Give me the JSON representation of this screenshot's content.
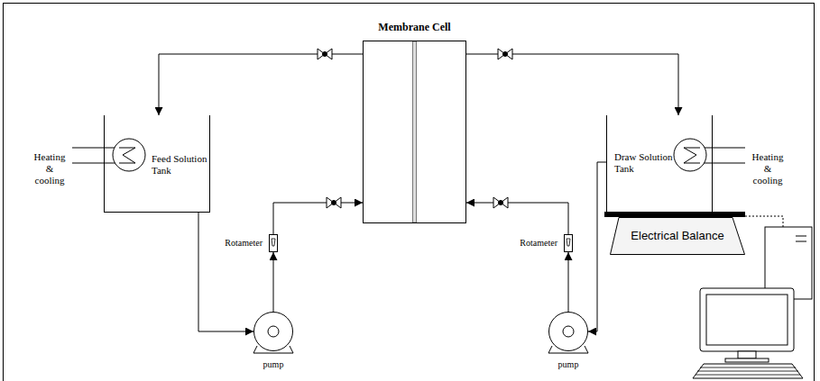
{
  "diagram": {
    "nodes": [
      {
        "text": [
          "Feed Solution Tank"
        ]
      },
      {
        "text": [
          "Membrane Cell"
        ]
      },
      {
        "text": [
          "Draw Solution Tank"
        ]
      },
      {
        "text": [
          "Electrical Balance"
        ]
      },
      {
        "text": [
          "pump"
        ]
      },
      {
        "text": [
          "pump"
        ]
      },
      {
        "text": [
          "Rotameter"
        ]
      },
      {
        "text": [
          "Rotameter"
        ]
      }
    ],
    "edges": [
      {
        "from": 0,
        "to": 4,
        "arrow": "to"
      },
      {
        "from": 4,
        "to": 6,
        "arrow": "to"
      },
      {
        "from": 6,
        "to": 1,
        "arrow": "to"
      },
      {
        "from": 1,
        "to": 0,
        "arrow": "to"
      },
      {
        "from": 1,
        "to": 2,
        "arrow": "to"
      },
      {
        "from": 2,
        "to": 5,
        "arrow": "to"
      },
      {
        "from": 5,
        "to": 7,
        "arrow": "to"
      },
      {
        "from": 7,
        "to": 1,
        "arrow": "to"
      }
    ],
    "labels": [
      "Heating & cooling",
      "Heating & cooling"
    ]
  }
}
